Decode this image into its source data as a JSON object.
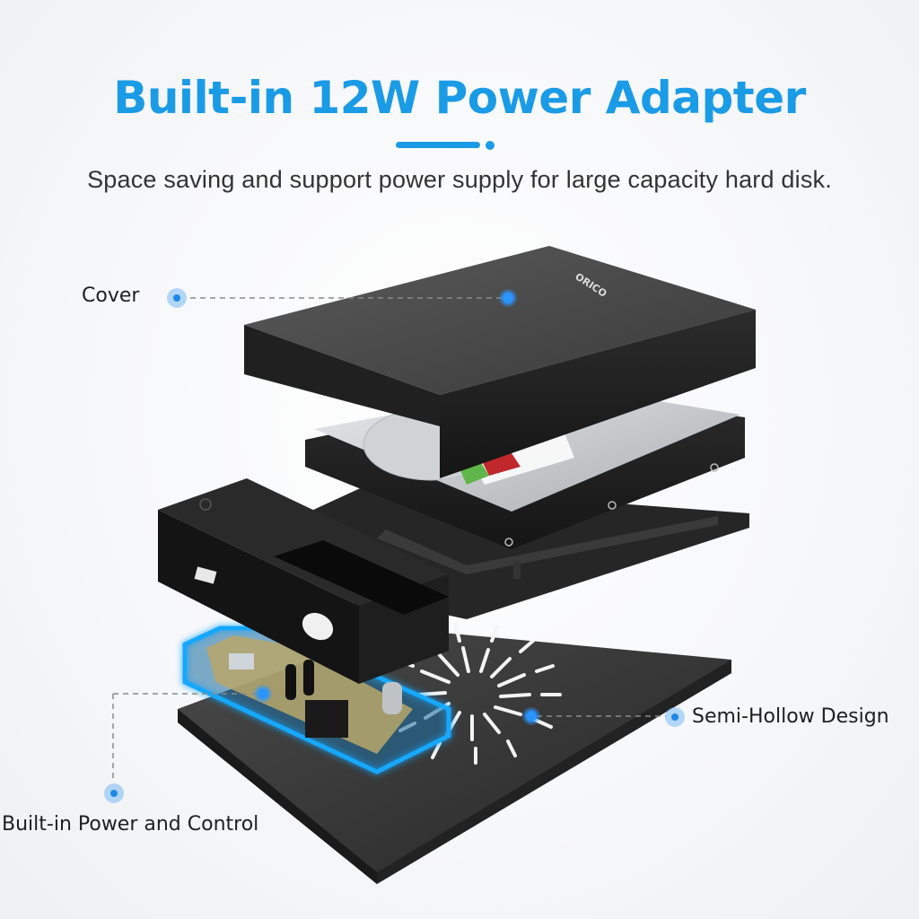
{
  "header": {
    "title": "Built-in 12W Power Adapter",
    "subtitle": "Space saving and support power supply for large capacity hard disk."
  },
  "callouts": [
    {
      "id": "cover",
      "label": "Cover"
    },
    {
      "id": "semi-hollow",
      "label": "Semi-Hollow Design"
    },
    {
      "id": "power-control",
      "label": "Built-in Power and Control"
    }
  ],
  "product": {
    "brand_logo": "ORICO",
    "components": [
      "cover",
      "hard-disk-drive",
      "drive-frame",
      "power-control-housing",
      "power-board",
      "vented-base-plate"
    ],
    "icons": [
      "power-button-icon"
    ]
  },
  "colors": {
    "accent": "#1a9be6",
    "marker": "#1e88e5",
    "highlight_glow": "#12a8ff",
    "enclosure": "#1c1c1c",
    "text": "#1f1f1f"
  }
}
